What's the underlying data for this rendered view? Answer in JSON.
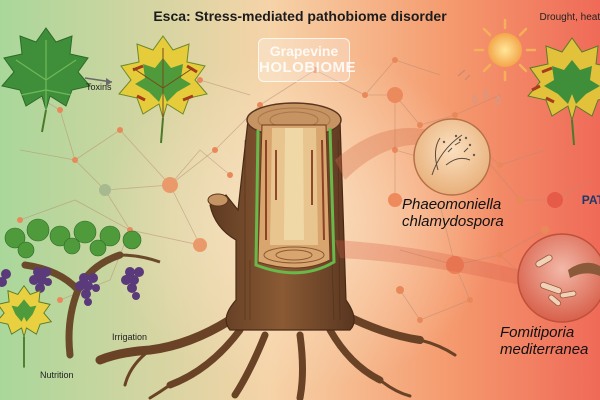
{
  "title": "Esca: Stress-mediated pathobiome disorder",
  "corner_label": "Drought, heat, ...",
  "badge": {
    "line1": "Grapevine",
    "line2": "HOLOBIOME"
  },
  "labels": {
    "toxins": "Toxins",
    "irrigation": "Irrigation",
    "nutrition": "Nutrition",
    "patho_fragment": "PAT"
  },
  "species": [
    {
      "line1": "Phaeomoniella",
      "line2": "chlamydospora"
    },
    {
      "line1": "Fomitiporia",
      "line2": "mediterranea"
    }
  ],
  "colors": {
    "bg_left": "#a9d79a",
    "bg_mid": "#f6c59a",
    "bg_right": "#f0705a",
    "network_line": "#b8866e",
    "node": "#e98a5a",
    "leaf_green": "#3f8f3a",
    "leaf_yellow": "#e6cc3a",
    "leaf_red": "#a83a1e",
    "bark": "#7a4a2a",
    "wood": "#c69462",
    "grape": "#5a3a7a",
    "sun": "#f4a64a"
  }
}
